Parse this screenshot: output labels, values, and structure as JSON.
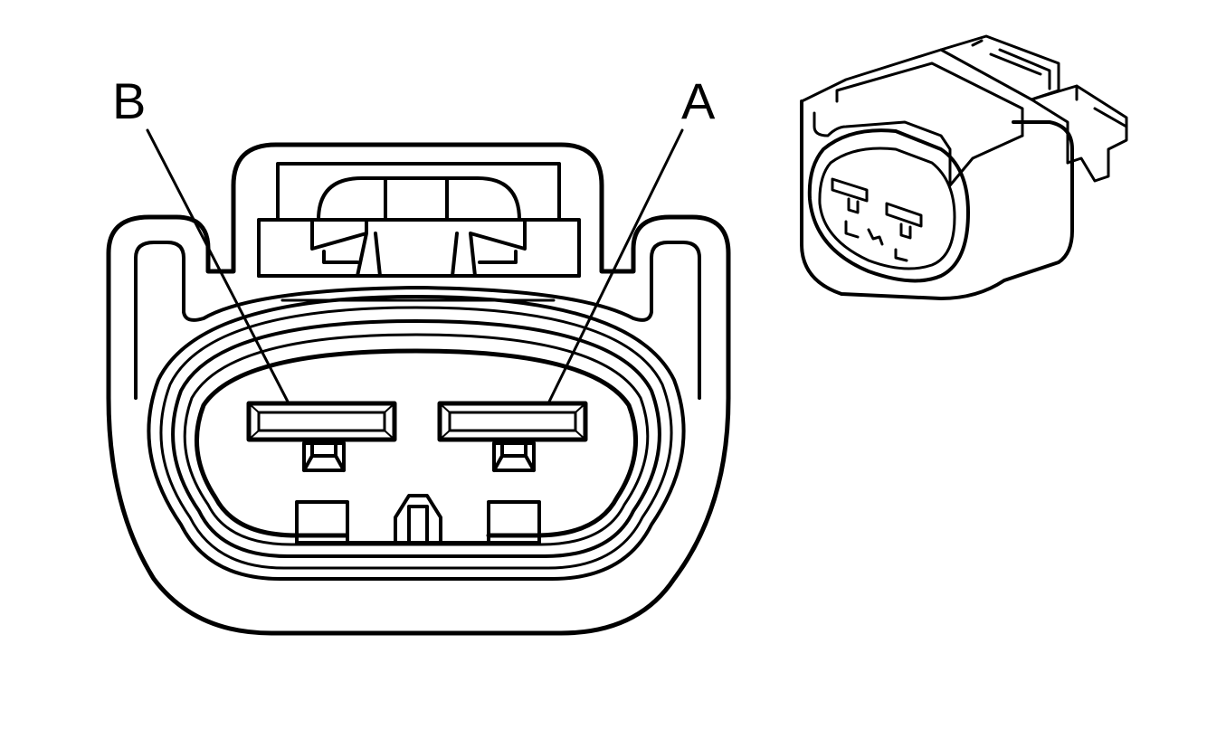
{
  "diagram": {
    "pin_labels": [
      {
        "id": "B",
        "text": "B"
      },
      {
        "id": "A",
        "text": "A"
      }
    ],
    "colors": {
      "stroke": "#000000",
      "background": "#ffffff"
    }
  }
}
